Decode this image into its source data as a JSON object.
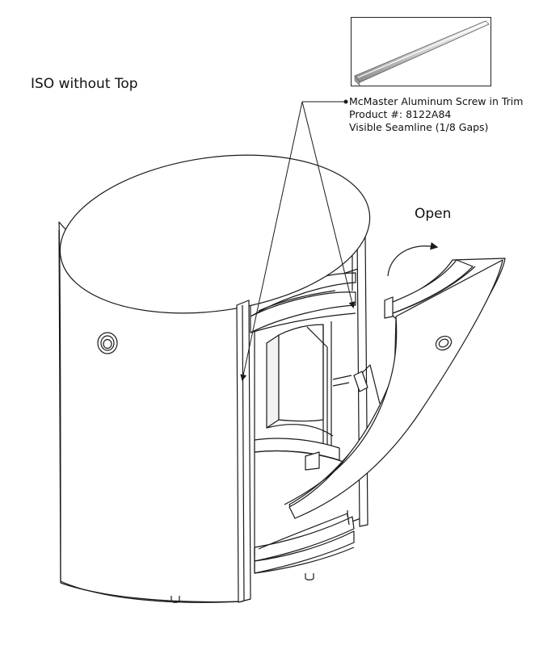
{
  "view_label": "ISO without Top",
  "callout": {
    "line1": "McMaster Aluminum Screw in Trim",
    "line2": "Product #: 8122A84",
    "line3": "Visible Seamline (1/8 Gaps)"
  },
  "motion_label": "Open",
  "colors": {
    "line": "#1a1a1a",
    "fill": "#ffffff",
    "shade": "#e6e6e6"
  }
}
